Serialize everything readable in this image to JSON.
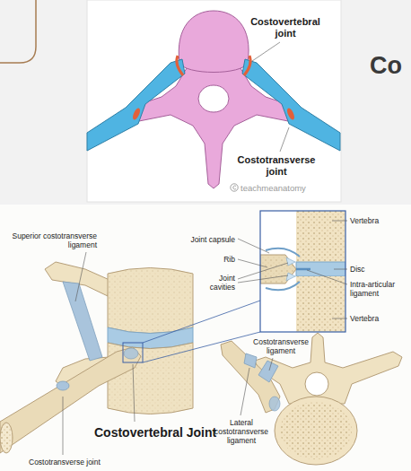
{
  "diagram": {
    "title": "Co",
    "labels": [
      "Costovertebral joint",
      "Costotransverse joint",
      "teachmeanatomy",
      "Superior costotransverse ligament",
      "Joint capsule",
      "Rib",
      "Joint cavities",
      "Vertebra",
      "Disc",
      "Intra-articular ligament",
      "Vertebra",
      "Costovertebral Joint",
      "Costotransverse joint",
      "Costotransverse ligament",
      "Lateral costotransverse ligament"
    ]
  }
}
